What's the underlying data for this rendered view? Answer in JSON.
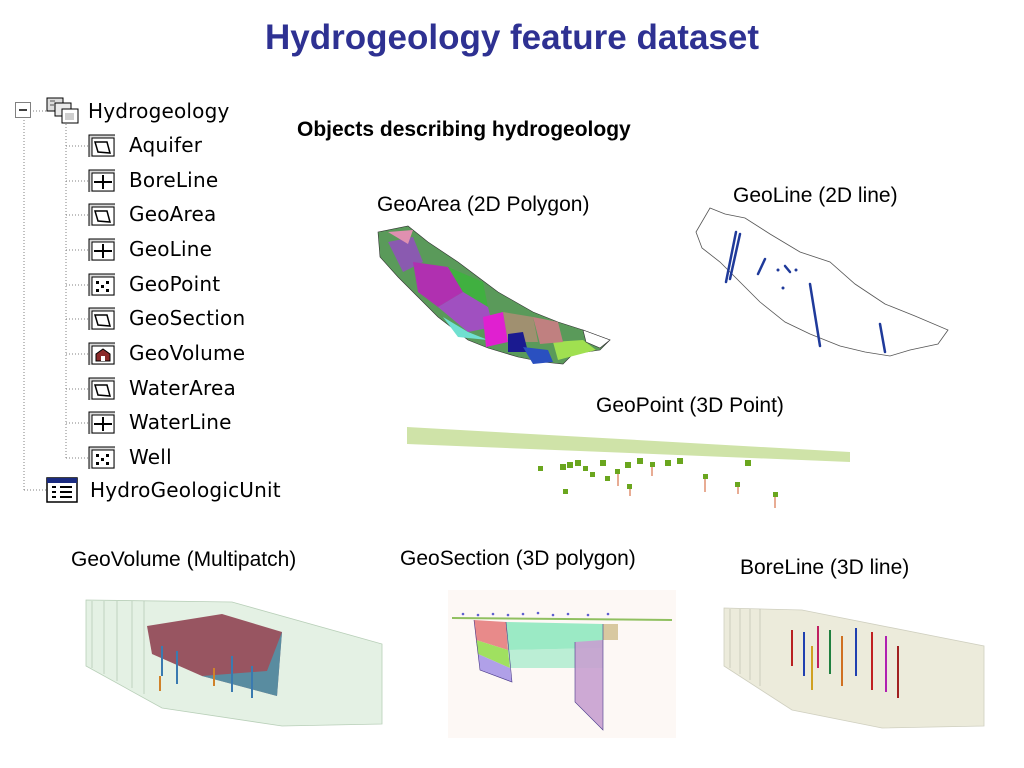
{
  "title": "Hydrogeology feature dataset",
  "subtitle": "Objects describing hydrogeology",
  "tree": {
    "root_label": "Hydrogeology",
    "root_icon": "feature-dataset-icon",
    "children": [
      {
        "label": "Aquifer",
        "icon": "polygon-feature-icon"
      },
      {
        "label": "BoreLine",
        "icon": "line-feature-icon"
      },
      {
        "label": "GeoArea",
        "icon": "polygon-feature-icon"
      },
      {
        "label": "GeoLine",
        "icon": "line-feature-icon"
      },
      {
        "label": "GeoPoint",
        "icon": "point-feature-icon"
      },
      {
        "label": "GeoSection",
        "icon": "polygon-feature-icon"
      },
      {
        "label": "GeoVolume",
        "icon": "multipatch-feature-icon"
      },
      {
        "label": "WaterArea",
        "icon": "polygon-feature-icon"
      },
      {
        "label": "WaterLine",
        "icon": "line-feature-icon"
      },
      {
        "label": "Well",
        "icon": "point-feature-icon"
      }
    ],
    "table_label": "HydroGeologicUnit",
    "table_icon": "table-icon",
    "expander_icon": "collapse-minus-icon"
  },
  "captions": {
    "geoarea": "GeoArea (2D Polygon)",
    "geoline": "GeoLine (2D line)",
    "geopoint": "GeoPoint (3D Point)",
    "geovolume": "GeoVolume (Multipatch)",
    "geosection": "GeoSection (3D polygon)",
    "boreline": "BoreLine (3D line)"
  },
  "colors": {
    "title": "#2e3192",
    "geoline_stroke": "#1f3a9a",
    "ground_surface": "#cfe3a8",
    "point_marker": "#6aa61e",
    "volume_fill": "#8b3a4a"
  }
}
